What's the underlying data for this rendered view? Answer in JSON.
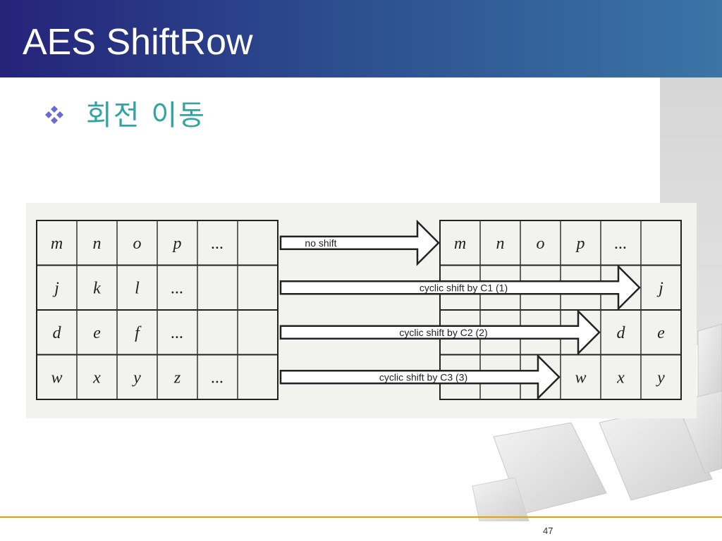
{
  "slide": {
    "title": "AES ShiftRow",
    "bullet": "회전 이동",
    "page_number": "47"
  },
  "colors": {
    "title_bar_left": "#25237a",
    "title_bar_right": "#3a75a6",
    "bullet_text": "#33a3a3",
    "bullet_icon": "#6b6bd6",
    "footer_line": "#e8a200"
  },
  "icons": {
    "bullet": "four-diamond-bullet-icon",
    "arrow": "hollow-right-arrow-icon"
  },
  "diagram": {
    "input_rows": [
      [
        "m",
        "n",
        "o",
        "p",
        "..."
      ],
      [
        "j",
        "k",
        "l",
        "..."
      ],
      [
        "d",
        "e",
        "f",
        "..."
      ],
      [
        "w",
        "x",
        "y",
        "z",
        "..."
      ]
    ],
    "output_rows": [
      [
        "m",
        "n",
        "o",
        "p",
        "..."
      ],
      [
        "",
        "",
        "",
        "",
        "",
        "j"
      ],
      [
        "",
        "",
        "",
        "",
        "d",
        "e"
      ],
      [
        "",
        "",
        "",
        "w",
        "x",
        "y"
      ]
    ],
    "arrow_labels": [
      "no shift",
      "cyclic shift by C1 (1)",
      "cyclic shift by C2 (2)",
      "cyclic shift by C3 (3)"
    ]
  }
}
